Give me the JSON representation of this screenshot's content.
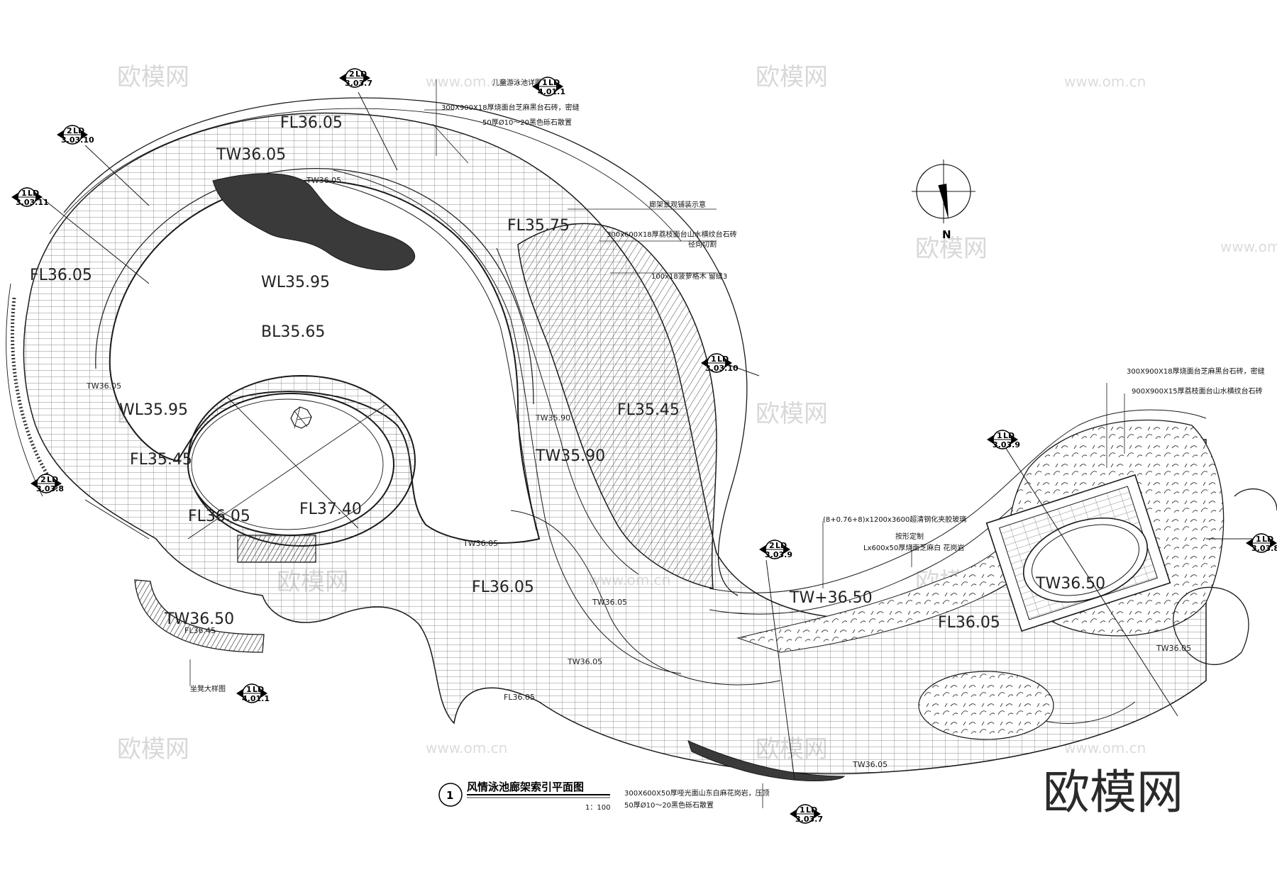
{
  "title": {
    "number": "1",
    "text": "风情泳池廊架索引平面图",
    "scale": "1：100"
  },
  "north": {
    "label": "N"
  },
  "elevations": [
    {
      "id": "e1",
      "text": "FL36.05",
      "size": "lg"
    },
    {
      "id": "e2",
      "text": "TW36.05",
      "size": "lg"
    },
    {
      "id": "e3",
      "text": "FL36.05",
      "size": "lg"
    },
    {
      "id": "e4",
      "text": "WL35.95",
      "size": "lg"
    },
    {
      "id": "e5",
      "text": "BL35.65",
      "size": "lg"
    },
    {
      "id": "e6",
      "text": "WL35.95",
      "size": "lg"
    },
    {
      "id": "e7",
      "text": "FL35.75",
      "size": "lg"
    },
    {
      "id": "e8",
      "text": "FL36.05",
      "size": "lg"
    },
    {
      "id": "e9",
      "text": "FL37.40",
      "size": "lg"
    },
    {
      "id": "e10",
      "text": "FL35.45",
      "size": "lg"
    },
    {
      "id": "e11",
      "text": "FL35.45",
      "size": "lg"
    },
    {
      "id": "e12",
      "text": "TW35.90",
      "size": "lg"
    },
    {
      "id": "e13",
      "text": "FL36.05",
      "size": "lg"
    },
    {
      "id": "e14",
      "text": "TW36.50",
      "size": "lg"
    },
    {
      "id": "e15",
      "text": "TW+36.50",
      "size": "lg"
    },
    {
      "id": "e16",
      "text": "FL36.05",
      "size": "lg"
    },
    {
      "id": "e17",
      "text": "TW36.50",
      "size": "lg"
    },
    {
      "id": "e18",
      "text": "TW36.05",
      "size": "sm"
    },
    {
      "id": "e19",
      "text": "TW36.05",
      "size": "sm"
    },
    {
      "id": "e20",
      "text": "TW35.90",
      "size": "sm"
    },
    {
      "id": "e21",
      "text": "TW36.05",
      "size": "sm"
    },
    {
      "id": "e22",
      "text": "TW36.05",
      "size": "sm"
    },
    {
      "id": "e23",
      "text": "TW36.05",
      "size": "sm"
    },
    {
      "id": "e24",
      "text": "FL36.05",
      "size": "sm"
    },
    {
      "id": "e25",
      "text": "TW36.05",
      "size": "sm"
    },
    {
      "id": "e26",
      "text": "TW36.05",
      "size": "sm"
    },
    {
      "id": "e27",
      "text": "FL36.45",
      "size": "sm"
    }
  ],
  "notes": [
    {
      "id": "n1",
      "text": "儿童游泳池详图"
    },
    {
      "id": "n2",
      "text": "300X900X18厚烧面台芝麻黑台石砖，密缝"
    },
    {
      "id": "n3",
      "text": "50厚Ø10～20黑色砾石散置"
    },
    {
      "id": "n4",
      "text": "廊架景观铺装示意"
    },
    {
      "id": "n5",
      "text": "300x600X18厚荔枝面台山水横纹台石砖"
    },
    {
      "id": "n6",
      "text": "径向切割"
    },
    {
      "id": "n7",
      "text": "100x18菠萝格木 留缝3"
    },
    {
      "id": "n8",
      "text": "300X900X18厚烧面台芝麻黑台石砖，密缝"
    },
    {
      "id": "n9",
      "text": "900X900X15厚荔枝面台山水横纹台石砖"
    },
    {
      "id": "n10",
      "text": "(8+0.76+8)x1200x3600超清钢化夹胶玻璃"
    },
    {
      "id": "n11",
      "text": "按形定制"
    },
    {
      "id": "n12",
      "text": "Lx600x50厚烧面芝麻白 花岗岩"
    },
    {
      "id": "n13",
      "text": "坐凳大样图"
    },
    {
      "id": "n14",
      "text": "300X600X50厚哑光面山东白麻花岗岩，压顶"
    },
    {
      "id": "n15",
      "text": "50厚Ø10～20黑色砾石散置"
    }
  ],
  "tags": [
    {
      "id": "t1",
      "num": "2",
      "code": "LD",
      "sheet": "3.03.7"
    },
    {
      "id": "t2",
      "num": "2",
      "code": "LD",
      "sheet": "3.03.10"
    },
    {
      "id": "t3",
      "num": "1",
      "code": "LD",
      "sheet": "3.03.11"
    },
    {
      "id": "t4",
      "num": "2",
      "code": "LD",
      "sheet": "3.03.8"
    },
    {
      "id": "t5",
      "num": "1",
      "code": "LD",
      "sheet": "4.01.1"
    },
    {
      "id": "t6",
      "num": "1",
      "code": "LD",
      "sheet": "3.03.10"
    },
    {
      "id": "t7",
      "num": "1",
      "code": "LD",
      "sheet": "3.03.9"
    },
    {
      "id": "t8",
      "num": "2",
      "code": "LD",
      "sheet": "3.03.9"
    },
    {
      "id": "t9",
      "num": "1",
      "code": "LD",
      "sheet": "3.03.8"
    },
    {
      "id": "t10",
      "num": "1",
      "code": "LD",
      "sheet": "4.01.1"
    },
    {
      "id": "t11",
      "num": "1",
      "code": "LD",
      "sheet": "3.03.7"
    }
  ],
  "watermark": {
    "brand": "欧模网",
    "url": "www.om.cn",
    "corner": "欧模网"
  },
  "colors": {
    "line": "#1a1a1a",
    "hatch": "#555555",
    "pool_dark": "#3a3a3a",
    "watermark": "#d8d8d8"
  }
}
